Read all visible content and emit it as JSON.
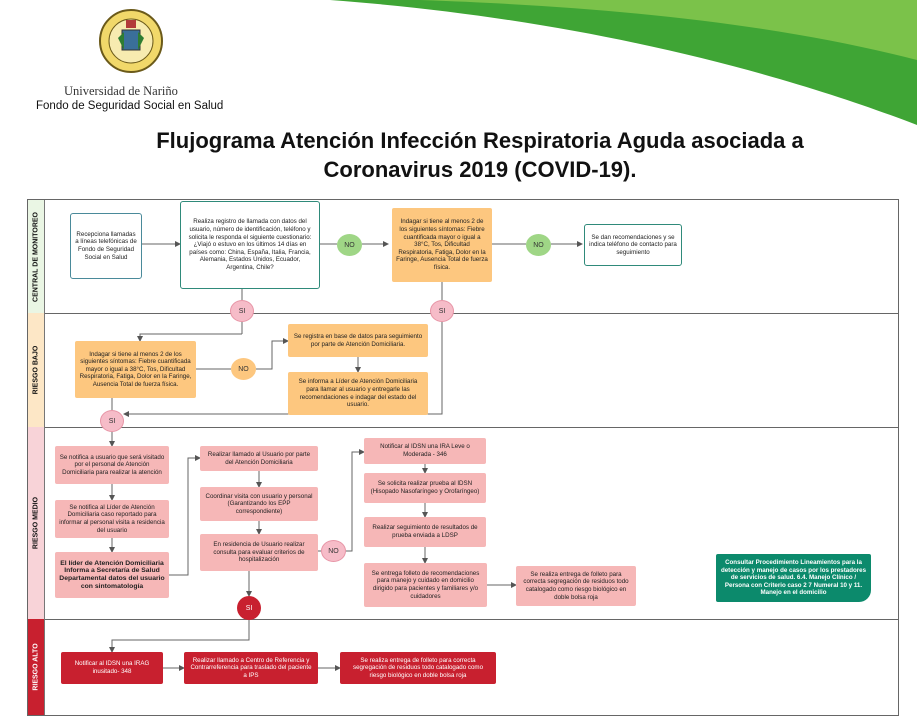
{
  "header": {
    "university": "Universidad de Nariño",
    "fund": "Fondo de Seguridad Social en Salud",
    "title_line1": "Flujograma Atención Infección Respiratoria Aguda asociada a",
    "title_line2": "Coronavirus 2019 (COVID-19)."
  },
  "lanes": [
    {
      "label": "CENTRAL DE MONITOREO"
    },
    {
      "label": "RIESGO BAJO"
    },
    {
      "label": "RIESGO MEDIO"
    },
    {
      "label": "RIESGO ALTO"
    }
  ],
  "nodes": {
    "recepciona": "Recepciona llamadas a líneas telefónicas de Fondo de Seguridad Social en Salud",
    "registro": "Realiza registro de llamada con datos del usuario, número de identificación, teléfono y solicita le responda el siguiente cuestionario: ¿Viajó o estuvo en los últimos 14 días en países como: China, España, Italia, Francia, Alemania, Estados Unidos, Ecuador, Argentina, Chile?",
    "indagar_central": "Indagar si tiene al menos 2 de los siguientes síntomas: Fiebre cuantificada mayor o igual a 38°C, Tos, Dificultad Respiratoria, Fatiga, Dolor en la Faringe, Ausencia Total de fuerza física.",
    "recomendaciones": "Se dan recomendaciones y se indica teléfono de contacto para seguimiento",
    "indagar_bajo": "Indagar si tiene al menos 2 de los siguientes síntomas: Fiebre cuantificada mayor o igual a 38°C, Tos, Dificultad Respiratoria, Fatiga, Dolor en la Faringe, Ausencia Total de fuerza física.",
    "registra_base": "Se registra en base de datos para seguimiento por parte de Atención Domiciliaria.",
    "informa_lider": "Se informa a Líder de Atención Domiciliaria para llamar al usuario y entregarle las recomendaciones e indagar del estado del usuario.",
    "notifica_usuario": "Se notifica a usuario que será visitado por el personal de Atención Domiciliaria para realizar la atención",
    "notifica_lider": "Se notifica al Líder de Atención Domiciliaria caso reportado para informar al personal visita a residencia del usuario",
    "lider_informa": "El líder de Atención Domiciliaria Informa a Secretaría de Salud Departamental datos del usuario con sintomatología",
    "realizar_llamado": "Realizar llamado al Usuario por parte del Atención Domiciliaria",
    "coordinar_visita": "Coordinar visita con usuario y personal (Garantizando los EPP correspondiente)",
    "residencia": "En residencia de Usuario realizar consulta para evaluar criterios de hospitalización",
    "notificar_idsn": "Notificar al IDSN una IRA Leve o Moderada - 346",
    "prueba_idsn": "Se solicita realizar prueba al IDSN (Hisopado Nasofaríngeo y Orofaríngeo)",
    "seguimiento_resultados": "Realizar seguimiento de resultados de prueba enviada a LDSP",
    "folleto_cuidado": "Se entrega folleto de recomendaciones para manejo y cuidado en domicilio dirigido para pacientes y familiares y/o cuidadores",
    "folleto_residuos": "Se realiza entrega de folleto para correcta segregación de residuos todo catalogado como riesgo biológico en doble bolsa roja",
    "consultar": "Consultar Procedimiento Lineamientos para la detección y manejo de casos por los prestadores de servicios de salud. 6.4. Manejo Clínico / Persona con Criterio caso 2 7 Numeral 10 y 11. Manejo en el domicilio",
    "alto_notificar": "Notificar al IDSN una IRAG inusitado- 348",
    "alto_llamado": "Realizar llamado a Centro de Referencia y Contrarreferencia para traslado del paciente a IPS",
    "alto_folleto": "Se realiza entrega de folleto para correcta segregación de residuos todo catalogado como riesgo biológico en doble bolsa roja"
  },
  "decisions": {
    "no": "NO",
    "si": "SI"
  },
  "colors": {
    "orange": "#fdc77f",
    "pink": "#f6b7b7",
    "red": "#c8202f",
    "green": "#9fd686",
    "teal": "#0c8a6c",
    "wave_green": "#3fa535"
  }
}
